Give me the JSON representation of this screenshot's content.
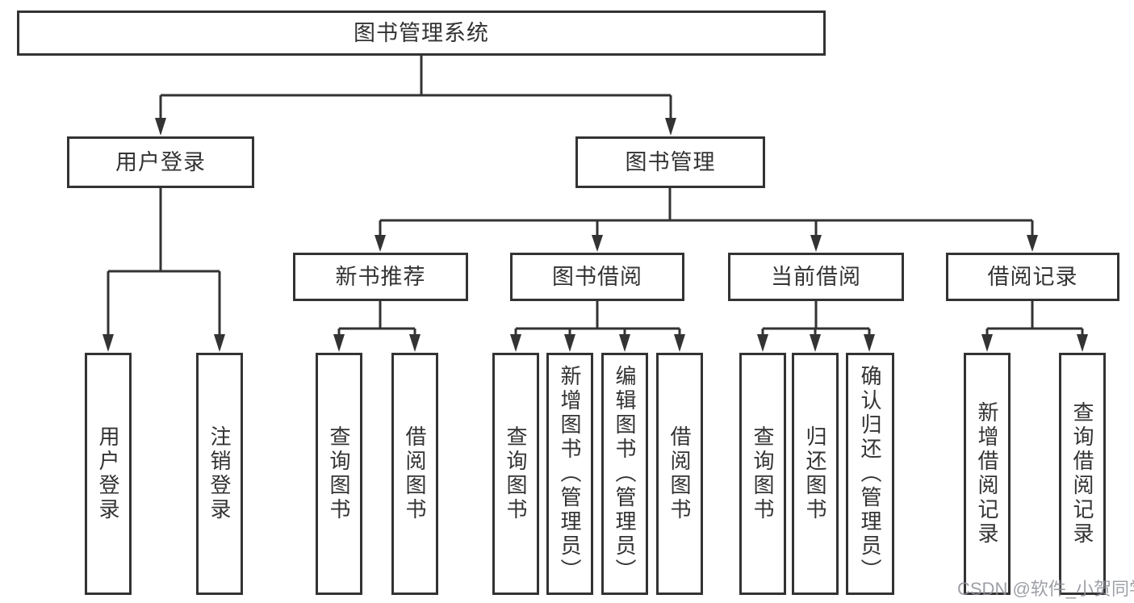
{
  "diagram": {
    "type": "hierarchy-flowchart",
    "root": {
      "label": "图书管理系统",
      "children": [
        {
          "label": "用户登录",
          "children": [
            {
              "label": "用户登录"
            },
            {
              "label": "注销登录"
            }
          ]
        },
        {
          "label": "图书管理",
          "children": [
            {
              "label": "新书推荐",
              "children": [
                {
                  "label": "查询图书"
                },
                {
                  "label": "借阅图书"
                }
              ]
            },
            {
              "label": "图书借阅",
              "children": [
                {
                  "label": "查询图书"
                },
                {
                  "label": "新增图书（管理员）"
                },
                {
                  "label": "编辑图书（管理员）"
                },
                {
                  "label": "借阅图书"
                }
              ]
            },
            {
              "label": "当前借阅",
              "children": [
                {
                  "label": "查询图书"
                },
                {
                  "label": "归还图书"
                },
                {
                  "label": "确认归还（管理员）"
                }
              ]
            },
            {
              "label": "借阅记录",
              "children": [
                {
                  "label": "新增借阅记录"
                },
                {
                  "label": "查询借阅记录"
                }
              ]
            }
          ]
        }
      ]
    },
    "colors": {
      "line": "#333333",
      "box_border": "#333333",
      "box_fill": "#ffffff",
      "text": "#333333",
      "watermark": "#8c8f96"
    }
  },
  "watermark": {
    "text": "CSDN @软件_小贺同学"
  }
}
